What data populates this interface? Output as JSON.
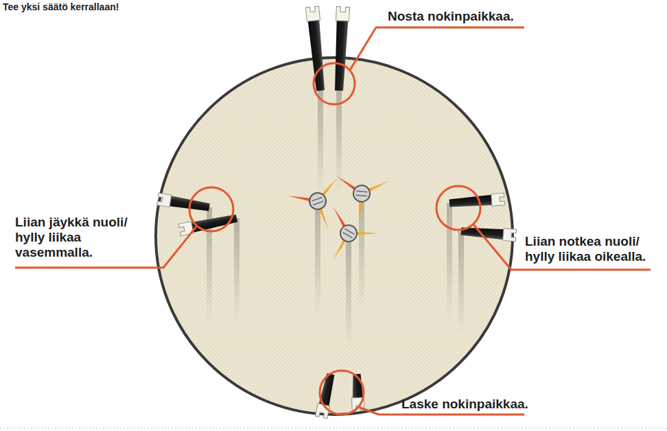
{
  "diagram": {
    "title": "Tee yksi säätö kerrallaan!",
    "labels": [
      "Nosta nokinpaikkaa.",
      "Liian jäykkä nuoli/ hylly liikaa vasemmalla.",
      "Liian notkea nuoli/ hylly liikaa oikealla.",
      "Laske nokinpaikkaa."
    ]
  }
}
